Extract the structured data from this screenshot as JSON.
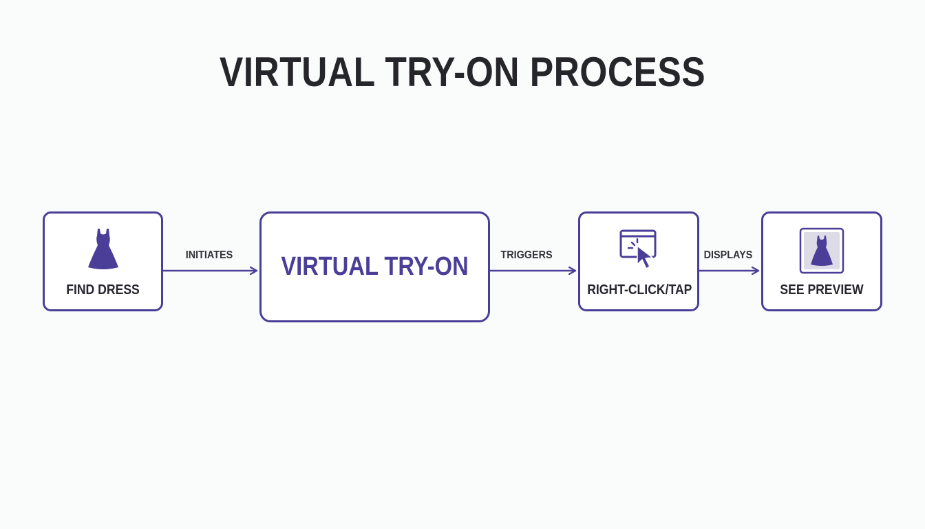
{
  "title": "VIRTUAL TRY-ON PROCESS",
  "colors": {
    "accent": "#4a3e98",
    "text": "#262630",
    "background": "#fafbfb"
  },
  "nodes": [
    {
      "label": "FIND DRESS",
      "icon": "dress-icon"
    },
    {
      "label": "VIRTUAL TRY-ON",
      "icon": ""
    },
    {
      "label": "RIGHT-CLICK/TAP",
      "icon": "cursor-click-icon"
    },
    {
      "label": "SEE PREVIEW",
      "icon": "dress-preview-icon"
    }
  ],
  "edges": [
    {
      "label": "INITIATES"
    },
    {
      "label": "TRIGGERS"
    },
    {
      "label": "DISPLAYS"
    }
  ]
}
